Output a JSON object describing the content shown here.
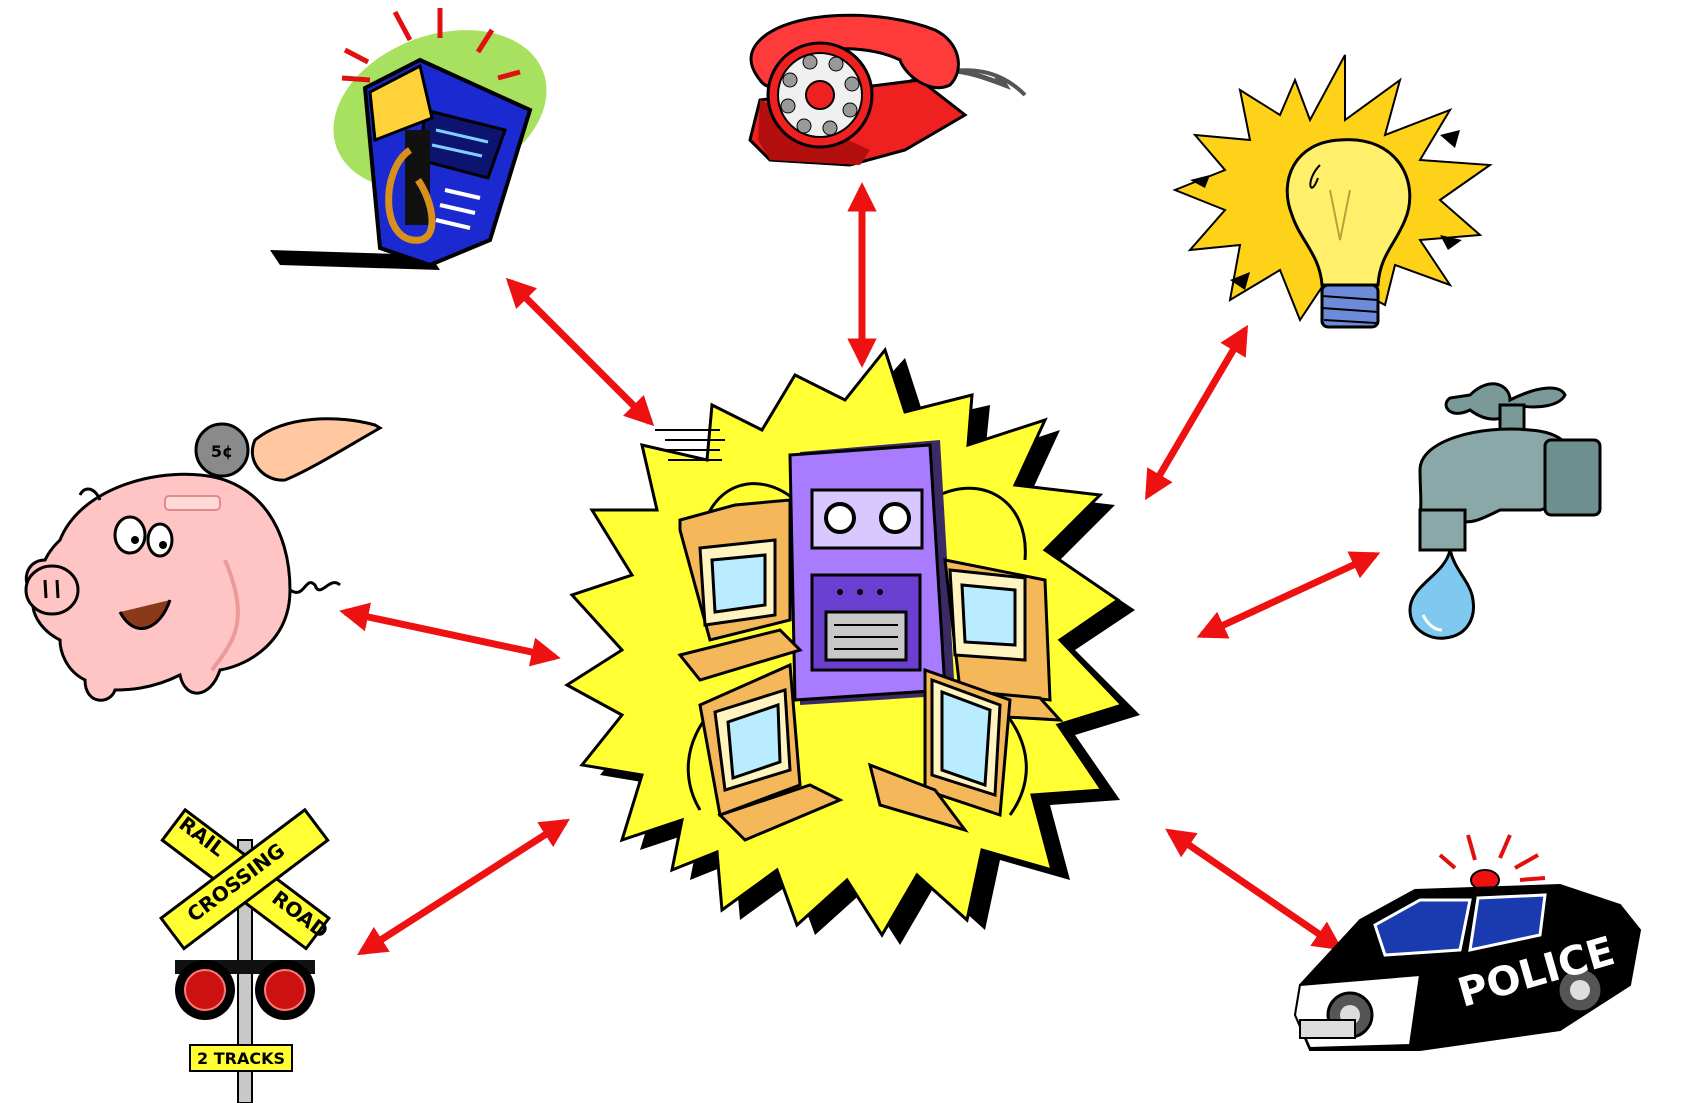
{
  "diagram": {
    "hub": {
      "icon": "computer-network-icon",
      "burst_color": "#ffff33"
    },
    "nodes": [
      {
        "key": "gas",
        "icon": "gas-pump-icon"
      },
      {
        "key": "phone",
        "icon": "telephone-icon"
      },
      {
        "key": "light",
        "icon": "light-bulb-icon"
      },
      {
        "key": "bank",
        "icon": "piggy-bank-icon"
      },
      {
        "key": "water",
        "icon": "water-faucet-icon"
      },
      {
        "key": "rail",
        "icon": "railroad-crossing-icon"
      },
      {
        "key": "police",
        "icon": "police-car-icon"
      }
    ],
    "connector_style": "double-headed-arrow",
    "arrow_color": "#ee1111"
  },
  "rail_sign": {
    "word1": "RAIL",
    "word2": "CROSSING",
    "word3": "ROAD",
    "tracks": "2 TRACKS"
  },
  "coin": {
    "label": "5¢"
  },
  "police_car": {
    "label": "POLICE"
  }
}
